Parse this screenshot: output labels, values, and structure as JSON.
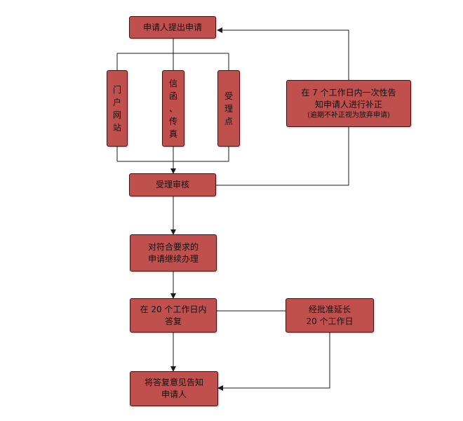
{
  "colors": {
    "node_fill": "#c0504d",
    "node_border": "#3a1515",
    "connector": "#1a1a1a"
  },
  "nodes": {
    "apply": "申请人提出申请",
    "portal": [
      "门",
      "户",
      "网",
      "站"
    ],
    "mail_fax": [
      "信",
      "函",
      "、",
      "传",
      "真"
    ],
    "acceptance_point": [
      "受",
      "理",
      "点"
    ],
    "correction_line1": "在 7 个工作日内一次性告",
    "correction_line2": "知申请人进行补正",
    "correction_note": "(逾期不补正视为放弃申请)",
    "review": "受理审核",
    "continue_line1": "对符合要求的",
    "continue_line2": "申请继续办理",
    "reply_line1": "在 20 个工作日内",
    "reply_line2": "答复",
    "extend_line1": "经批准延长",
    "extend_line2": "20 个工作日",
    "notify_line1": "将答复意见告知",
    "notify_line2": "申请人"
  }
}
